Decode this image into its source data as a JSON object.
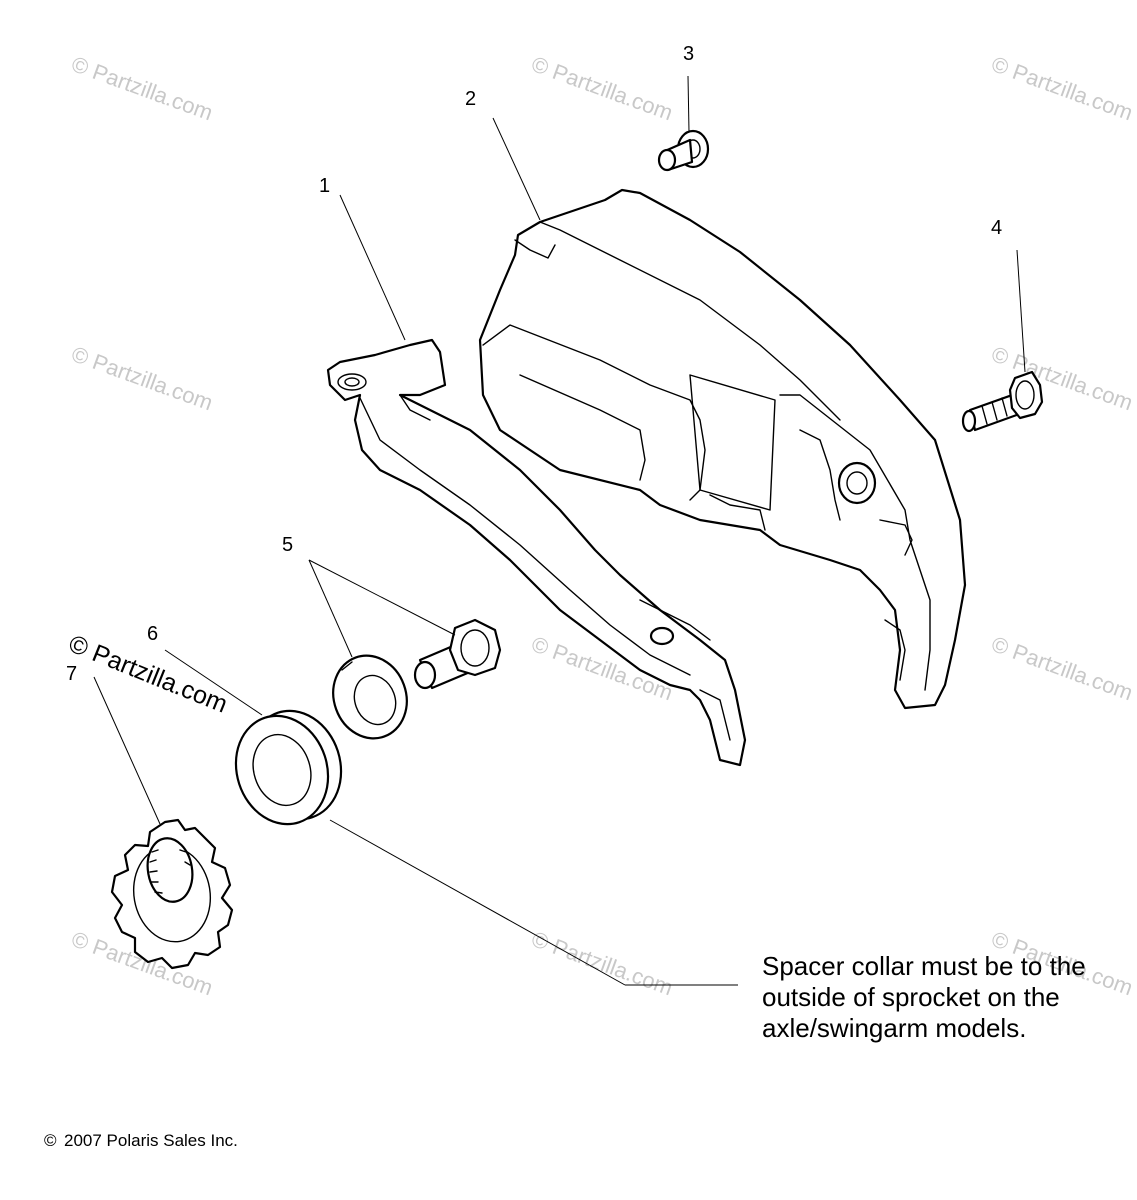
{
  "diagram": {
    "callouts": [
      "1",
      "2",
      "3",
      "4",
      "5",
      "6",
      "7"
    ],
    "note_lines": [
      "Spacer collar must be to the",
      "outside of sprocket on the",
      "axle/swingarm models."
    ],
    "copyright": "2007 Polaris Sales Inc.",
    "copyright_symbol": "©",
    "watermark_main": "© Partzilla.com",
    "watermark_tile": "© Partzilla.com"
  }
}
